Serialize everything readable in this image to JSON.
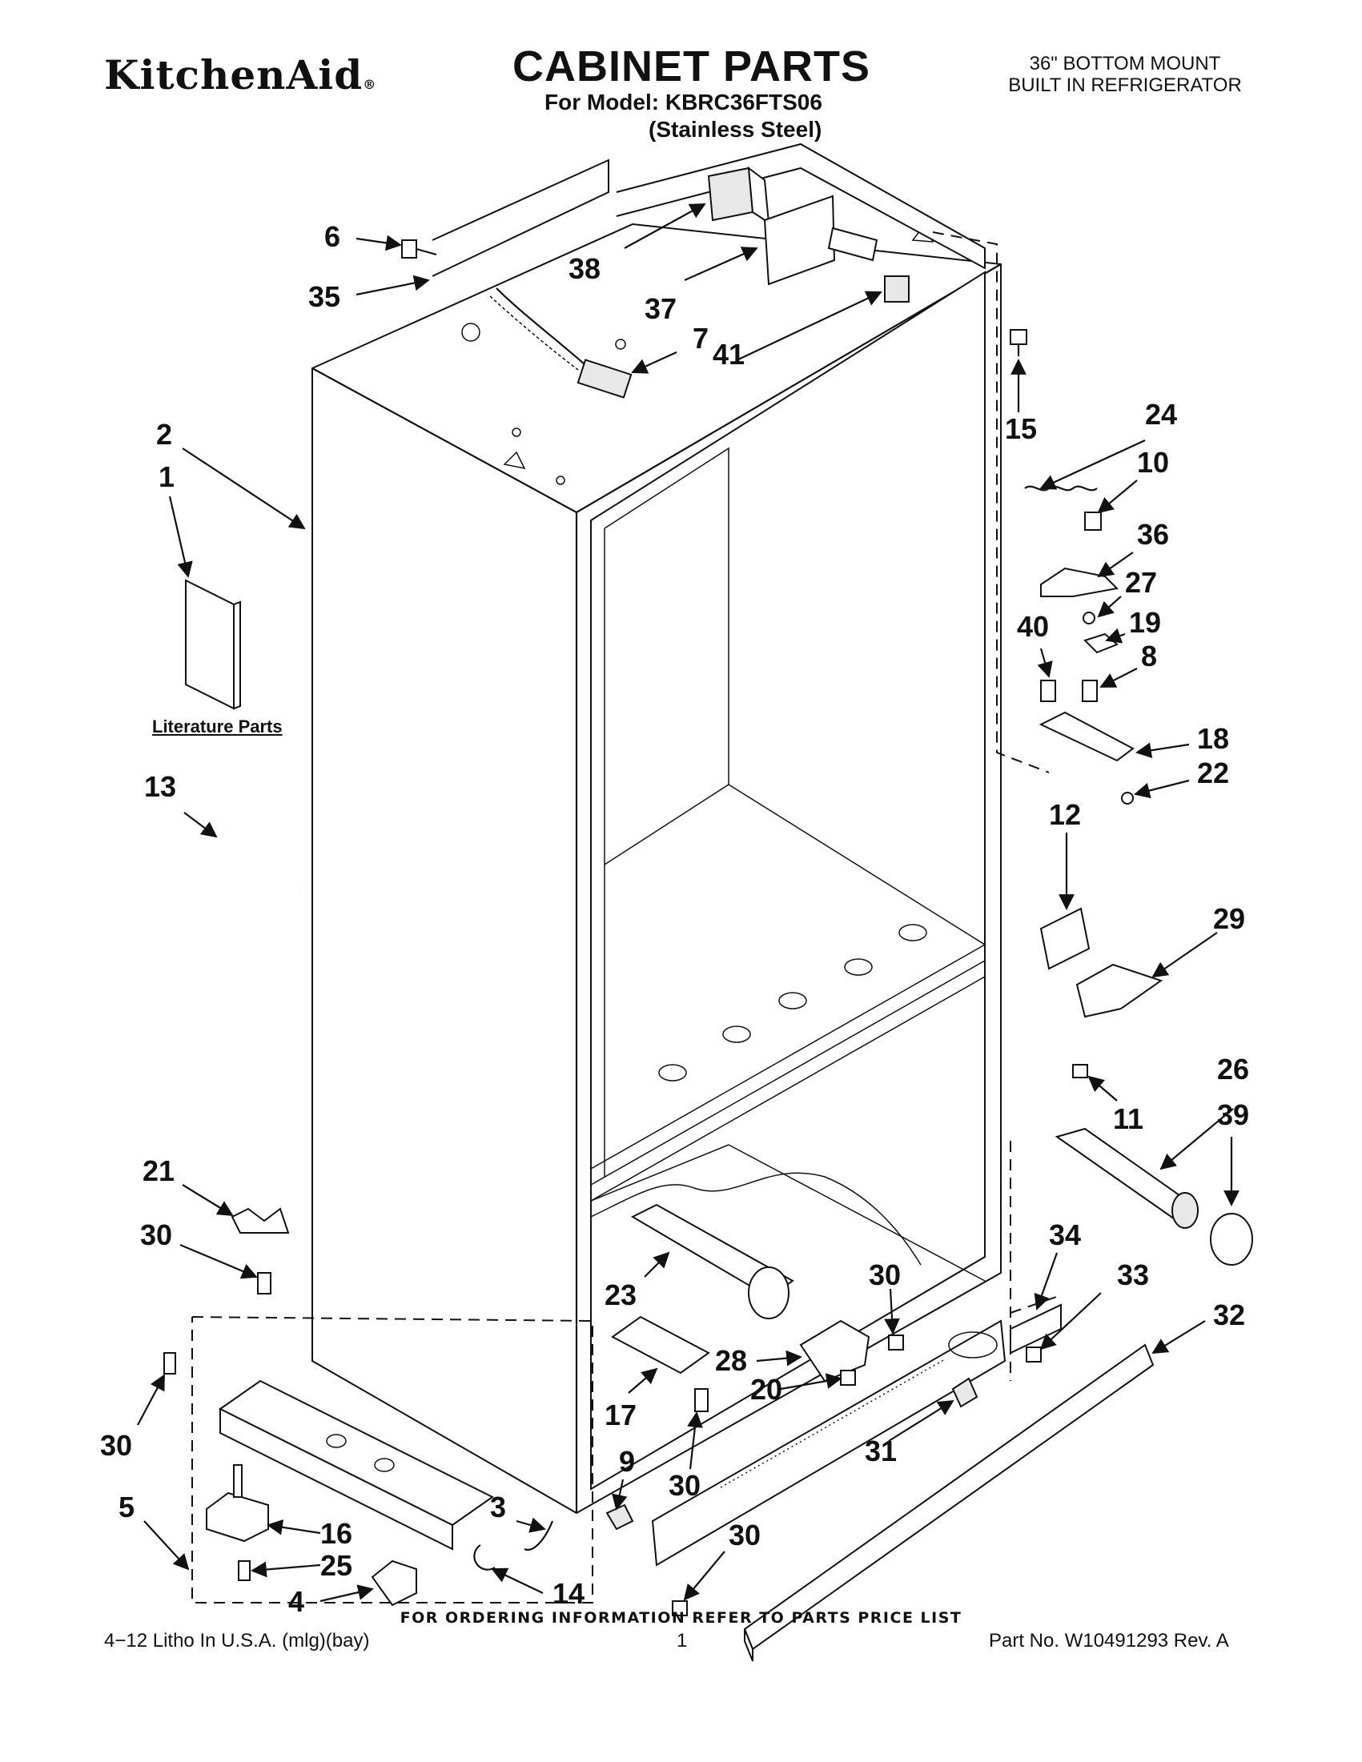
{
  "header": {
    "brand": "KitchenAid",
    "brand_mark": "®",
    "title": "CABINET PARTS",
    "model_line": "For Model: KBRC36FTS06",
    "finish_line": "(Stainless Steel)",
    "desc_line1": "36\" BOTTOM MOUNT",
    "desc_line2": "BUILT IN REFRIGERATOR"
  },
  "literature_label": "Literature Parts",
  "callouts": {
    "p1": "1",
    "p2": "2",
    "p3": "3",
    "p4": "4",
    "p5": "5",
    "p6": "6",
    "p7": "7",
    "p8": "8",
    "p9": "9",
    "p10": "10",
    "p11": "11",
    "p12": "12",
    "p13": "13",
    "p14": "14",
    "p15": "15",
    "p16": "16",
    "p17": "17",
    "p18": "18",
    "p19": "19",
    "p20": "20",
    "p21": "21",
    "p22": "22",
    "p23": "23",
    "p24": "24",
    "p25": "25",
    "p26": "26",
    "p27": "27",
    "p28": "28",
    "p29": "29",
    "p30": "30",
    "p31": "31",
    "p32": "32",
    "p33": "33",
    "p34": "34",
    "p35": "35",
    "p36": "36",
    "p37": "37",
    "p38": "38",
    "p39": "39",
    "p40": "40",
    "p41": "41"
  },
  "footer": {
    "note": "FOR ORDERING INFORMATION REFER TO PARTS PRICE LIST",
    "litho": "4−12 Litho In U.S.A. (mlg)(bay)",
    "page": "1",
    "part_no": "Part No. W10491293 Rev. A"
  }
}
